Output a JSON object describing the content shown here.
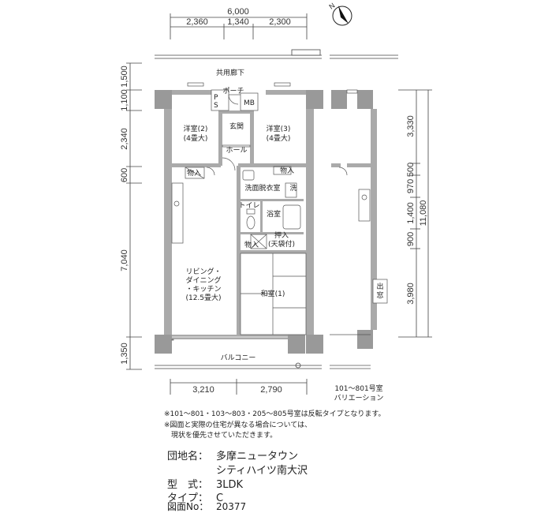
{
  "dimensions": {
    "top_total": "6,000",
    "top_parts": [
      "2,360",
      "1,340",
      "2,300"
    ],
    "bottom_parts": [
      "3,210",
      "2,790"
    ],
    "left": [
      "1,500",
      "1,100",
      "2,340",
      "600",
      "7,040",
      "1,350"
    ],
    "right_inner": [
      "3,330",
      "500",
      "970",
      "1,400",
      "900",
      "3,980"
    ],
    "right_total": "11,080"
  },
  "rooms": {
    "corridor": "共用廊下",
    "porch": "ポーチ",
    "ps": "PS",
    "mb": "MB",
    "western2": [
      "洋室(2)",
      "(4畳大)"
    ],
    "western3": [
      "洋室(3)",
      "(4畳大)"
    ],
    "entrance": "玄関",
    "hall": "ホール",
    "storage": "物入",
    "washroom": "洗面脱衣室",
    "laundry": "洗",
    "toilet": "トイレ",
    "bath": "浴室",
    "oshiire": [
      "押入",
      "(天袋付)"
    ],
    "ldk": [
      "リビング・",
      "ダイニング",
      "・キッチン",
      "(12.5畳大)"
    ],
    "washitsu": "和室(1)",
    "balcony": "バルコニー",
    "variation_window": [
      "出",
      "窓"
    ]
  },
  "variation_caption": [
    "101～801号室",
    "バリエーション"
  ],
  "notes": [
    "※101～801・103～803・205～805号室は反転タイプとなります。",
    "※図面と実際の住宅が異なる場合については、",
    "　現状を優先させていただきます。"
  ],
  "info": {
    "estate_label": "団地名：",
    "estate_name_1": "多摩ニュータウン",
    "estate_name_2": "シティハイツ南大沢",
    "type_label": "型　式：",
    "type_value": "3LDK",
    "layout_label": "タイプ：",
    "layout_value": "C",
    "drawing_label": "図面No：",
    "drawing_value": "20377"
  },
  "compass_icon": "north-arrow-icon"
}
